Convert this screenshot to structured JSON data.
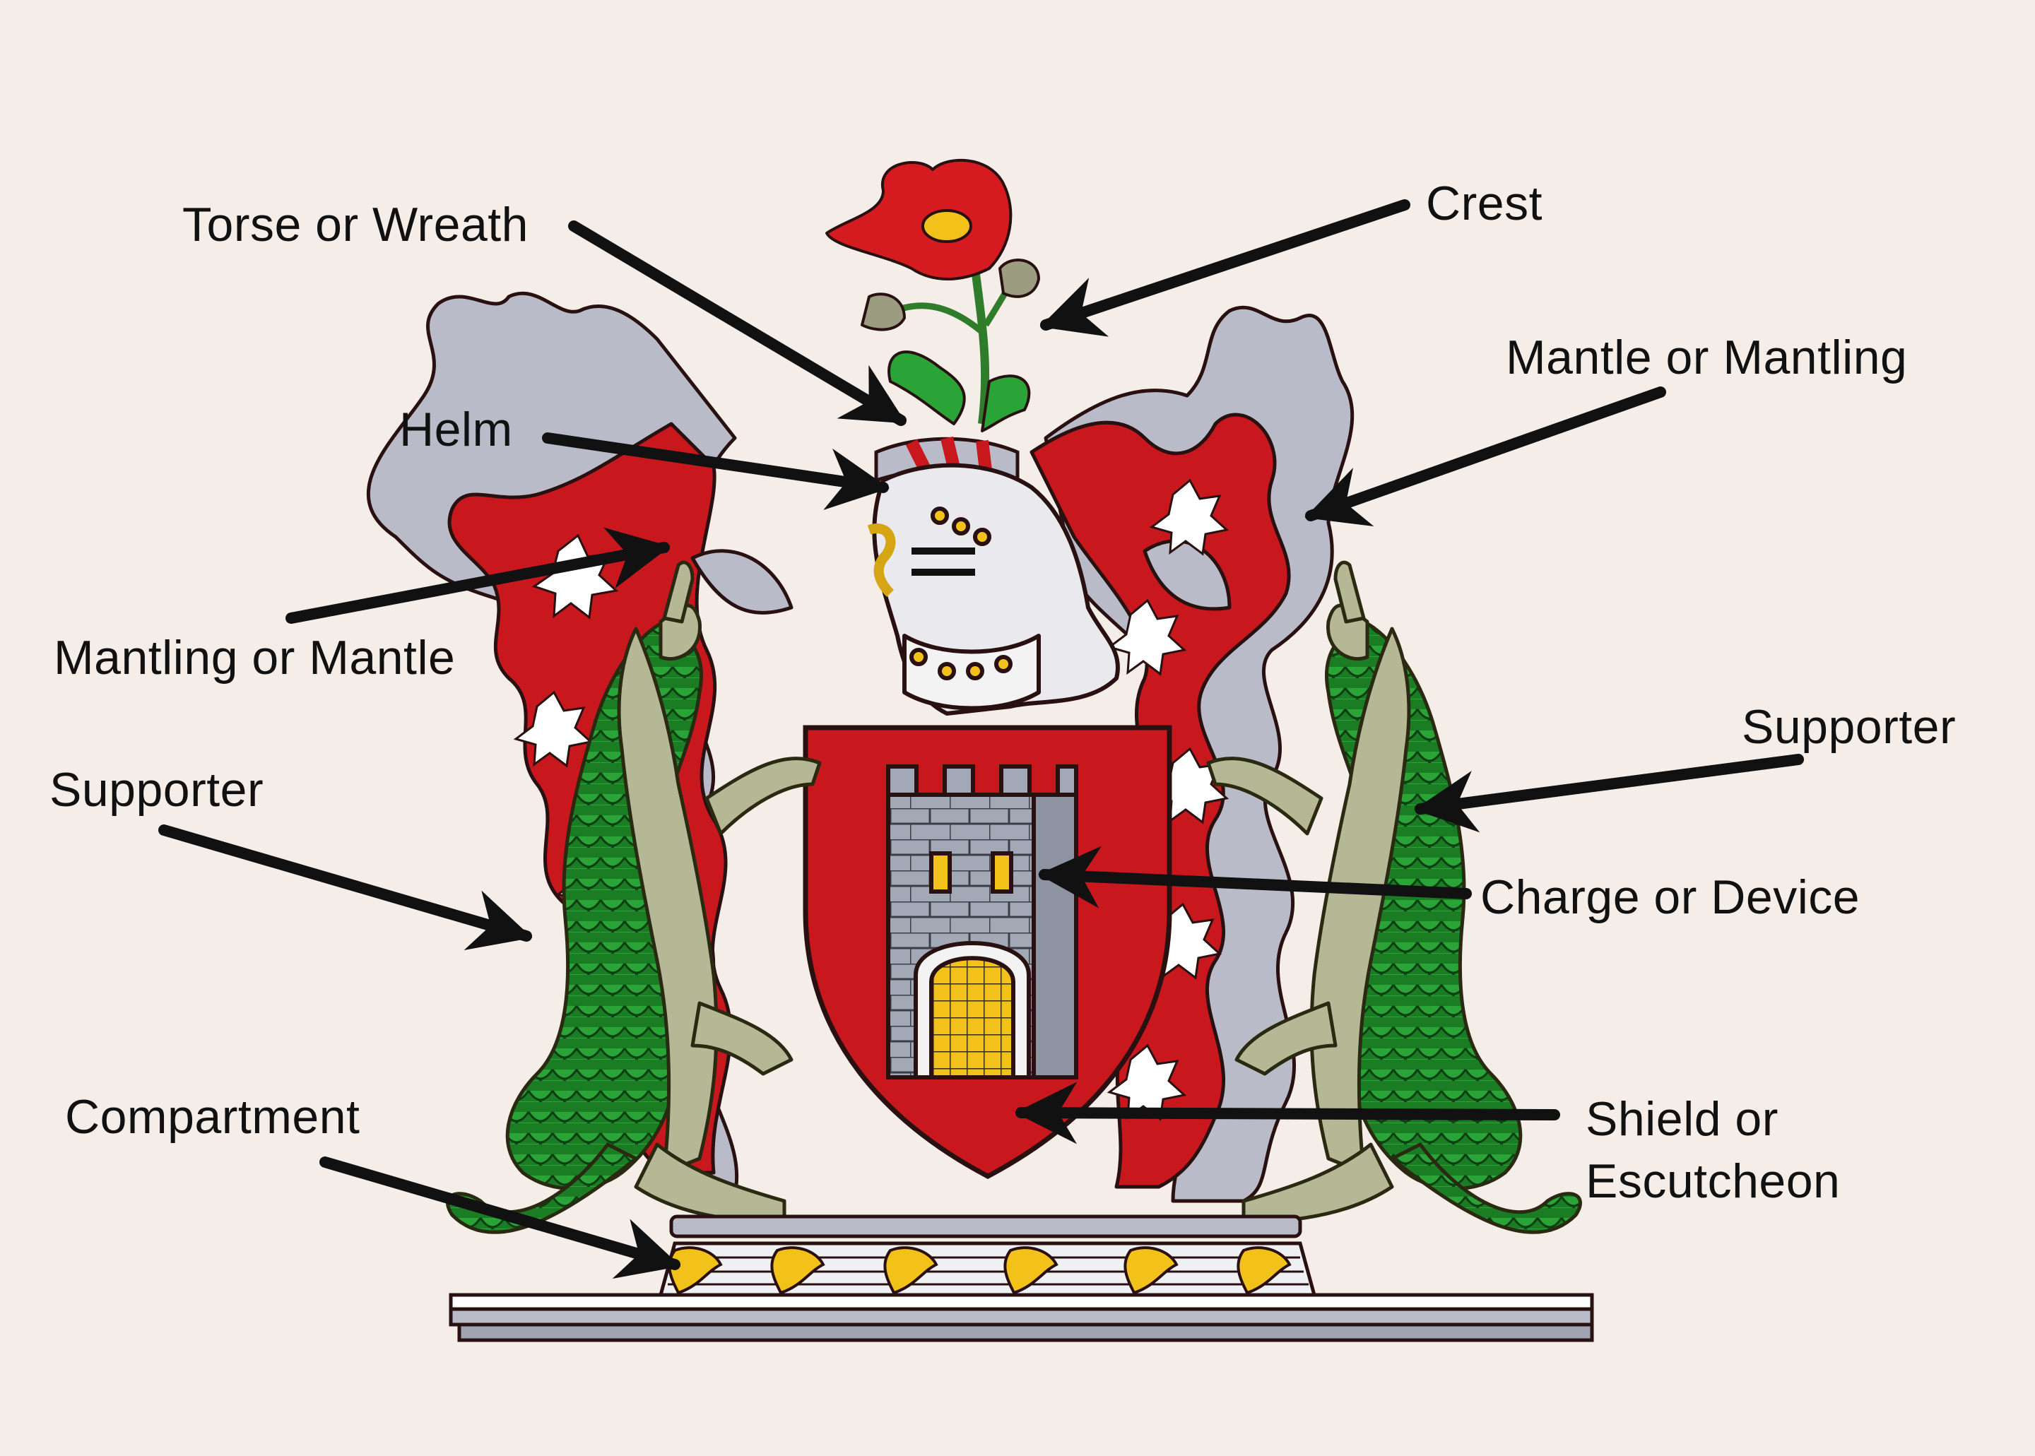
{
  "labels": {
    "torse": "Torse or Wreath",
    "crest": "Crest",
    "mantle_right": "Mantle or Mantling",
    "helm": "Helm",
    "mantling_left": "Mantling or Mantle",
    "supporter_right": "Supporter",
    "supporter_left": "Supporter",
    "charge": "Charge or Device",
    "compartment": "Compartment",
    "shield": "Shield or\nEscutcheon"
  },
  "colors": {
    "background": "#f5eee8",
    "gules_red": "#c8181e",
    "argent_grey": "#b9bcc8",
    "vert_green": "#1f8a2a",
    "reptile_olive": "#b5b895",
    "or_gold": "#f2c21b",
    "arrow": "#111111"
  }
}
